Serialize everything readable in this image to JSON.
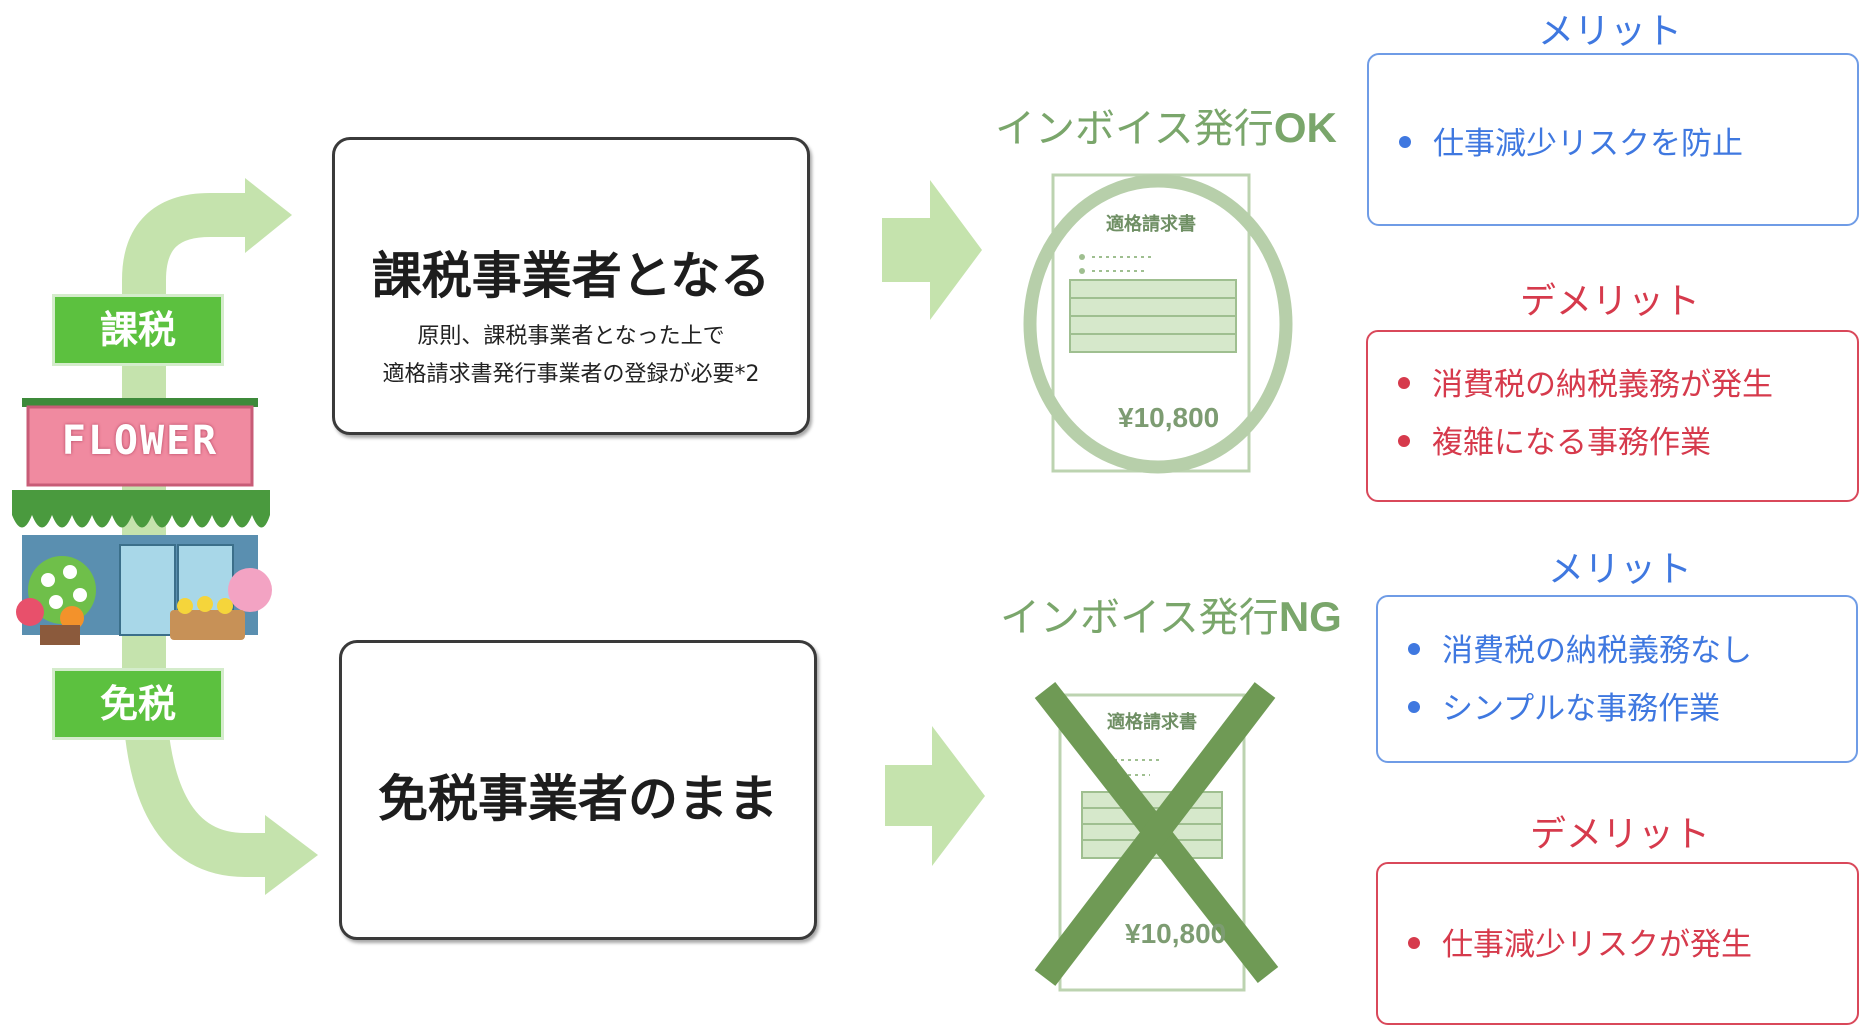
{
  "shop": {
    "sign": "FLOWER"
  },
  "tags": {
    "taxable": "課税",
    "exempt": "免税"
  },
  "paths": [
    {
      "box_title": "課税事業者となる",
      "box_desc_lines": [
        "原則、課税事業者となった上で",
        "適格請求書発行事業者の登録が必要*2"
      ],
      "invoice_label": "インボイス発行",
      "invoice_status": "OK",
      "doc_title": "適格請求書",
      "doc_amount": "¥10,800",
      "merit_heading": "メリット",
      "merits": [
        "仕事減少リスクを防止"
      ],
      "demerit_heading": "デメリット",
      "demerits": [
        "消費税の納税義務が発生",
        "複雑になる事務作業"
      ]
    },
    {
      "box_title": "免税事業者のまま",
      "box_desc_lines": [],
      "invoice_label": "インボイス発行",
      "invoice_status": "NG",
      "doc_title": "適格請求書",
      "doc_amount": "¥10,800",
      "merit_heading": "メリット",
      "merits": [
        "消費税の納税義務なし",
        "シンプルな事務作業"
      ],
      "demerit_heading": "デメリット",
      "demerits": [
        "仕事減少リスクが発生"
      ]
    }
  ],
  "colors": {
    "arrow_green": "#c5e3ad",
    "doc_green": "#b7cfaa",
    "cross_green": "#6f9a55",
    "merit_blue": "#3f78e0",
    "demerit_red": "#d63a4c",
    "tag_green": "#5cc13f"
  }
}
